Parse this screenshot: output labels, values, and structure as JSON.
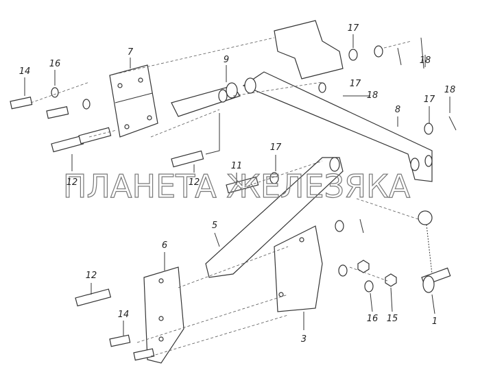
{
  "watermark": "ПЛАНЕТА ЖЕЛЕЗЯКА",
  "callouts": [
    "7",
    "9",
    "17",
    "14",
    "16",
    "18",
    "17",
    "18",
    "8",
    "17",
    "18",
    "12",
    "12",
    "11",
    "17",
    "5",
    "6",
    "12",
    "14",
    "3",
    "16",
    "15",
    "1"
  ]
}
